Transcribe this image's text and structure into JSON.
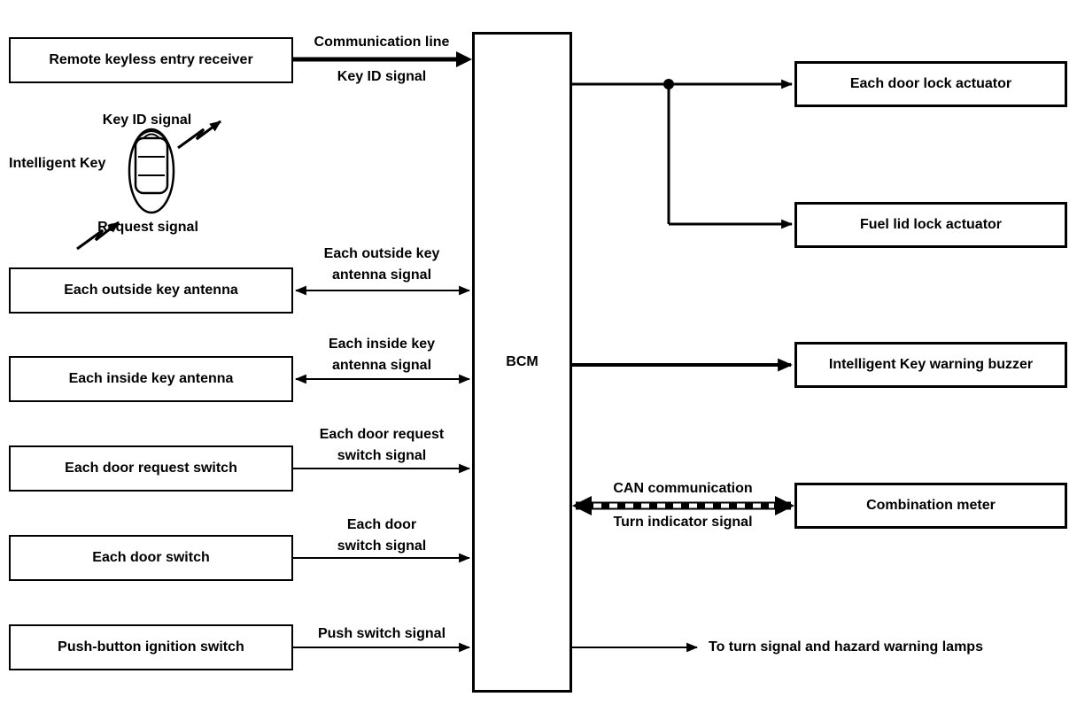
{
  "colors": {
    "ink": "#000000",
    "background": "#ffffff"
  },
  "bcm": {
    "label": "BCM"
  },
  "inputs": [
    {
      "label": "Remote keyless entry receiver"
    },
    {
      "label": "Each outside key antenna"
    },
    {
      "label": "Each inside key antenna"
    },
    {
      "label": "Each door request switch"
    },
    {
      "label": "Each door switch"
    },
    {
      "label": "Push-button ignition switch"
    }
  ],
  "outputs": [
    {
      "label": "Each door lock actuator"
    },
    {
      "label": "Fuel lid lock actuator"
    },
    {
      "label": "Intelligent Key warning buzzer"
    },
    {
      "label": "Combination meter"
    }
  ],
  "signal_labels": {
    "communication_line": "Communication line",
    "key_id": "Key ID signal",
    "outside_1": "Each outside key",
    "outside_2": "antenna signal",
    "inside_1": "Each inside key",
    "inside_2": "antenna signal",
    "door_request_1": "Each door request",
    "door_request_2": "switch signal",
    "door_switch_1": "Each door",
    "door_switch_2": "switch signal",
    "push_switch": "Push switch signal",
    "can_1": "CAN communication",
    "can_2": "Turn indicator signal",
    "turn_lamps_output": "To turn signal and hazard warning lamps"
  },
  "key_fob": {
    "key_id_signal": "Key ID signal",
    "intelligent_key": "Intelligent Key",
    "request_signal": "Request signal"
  }
}
